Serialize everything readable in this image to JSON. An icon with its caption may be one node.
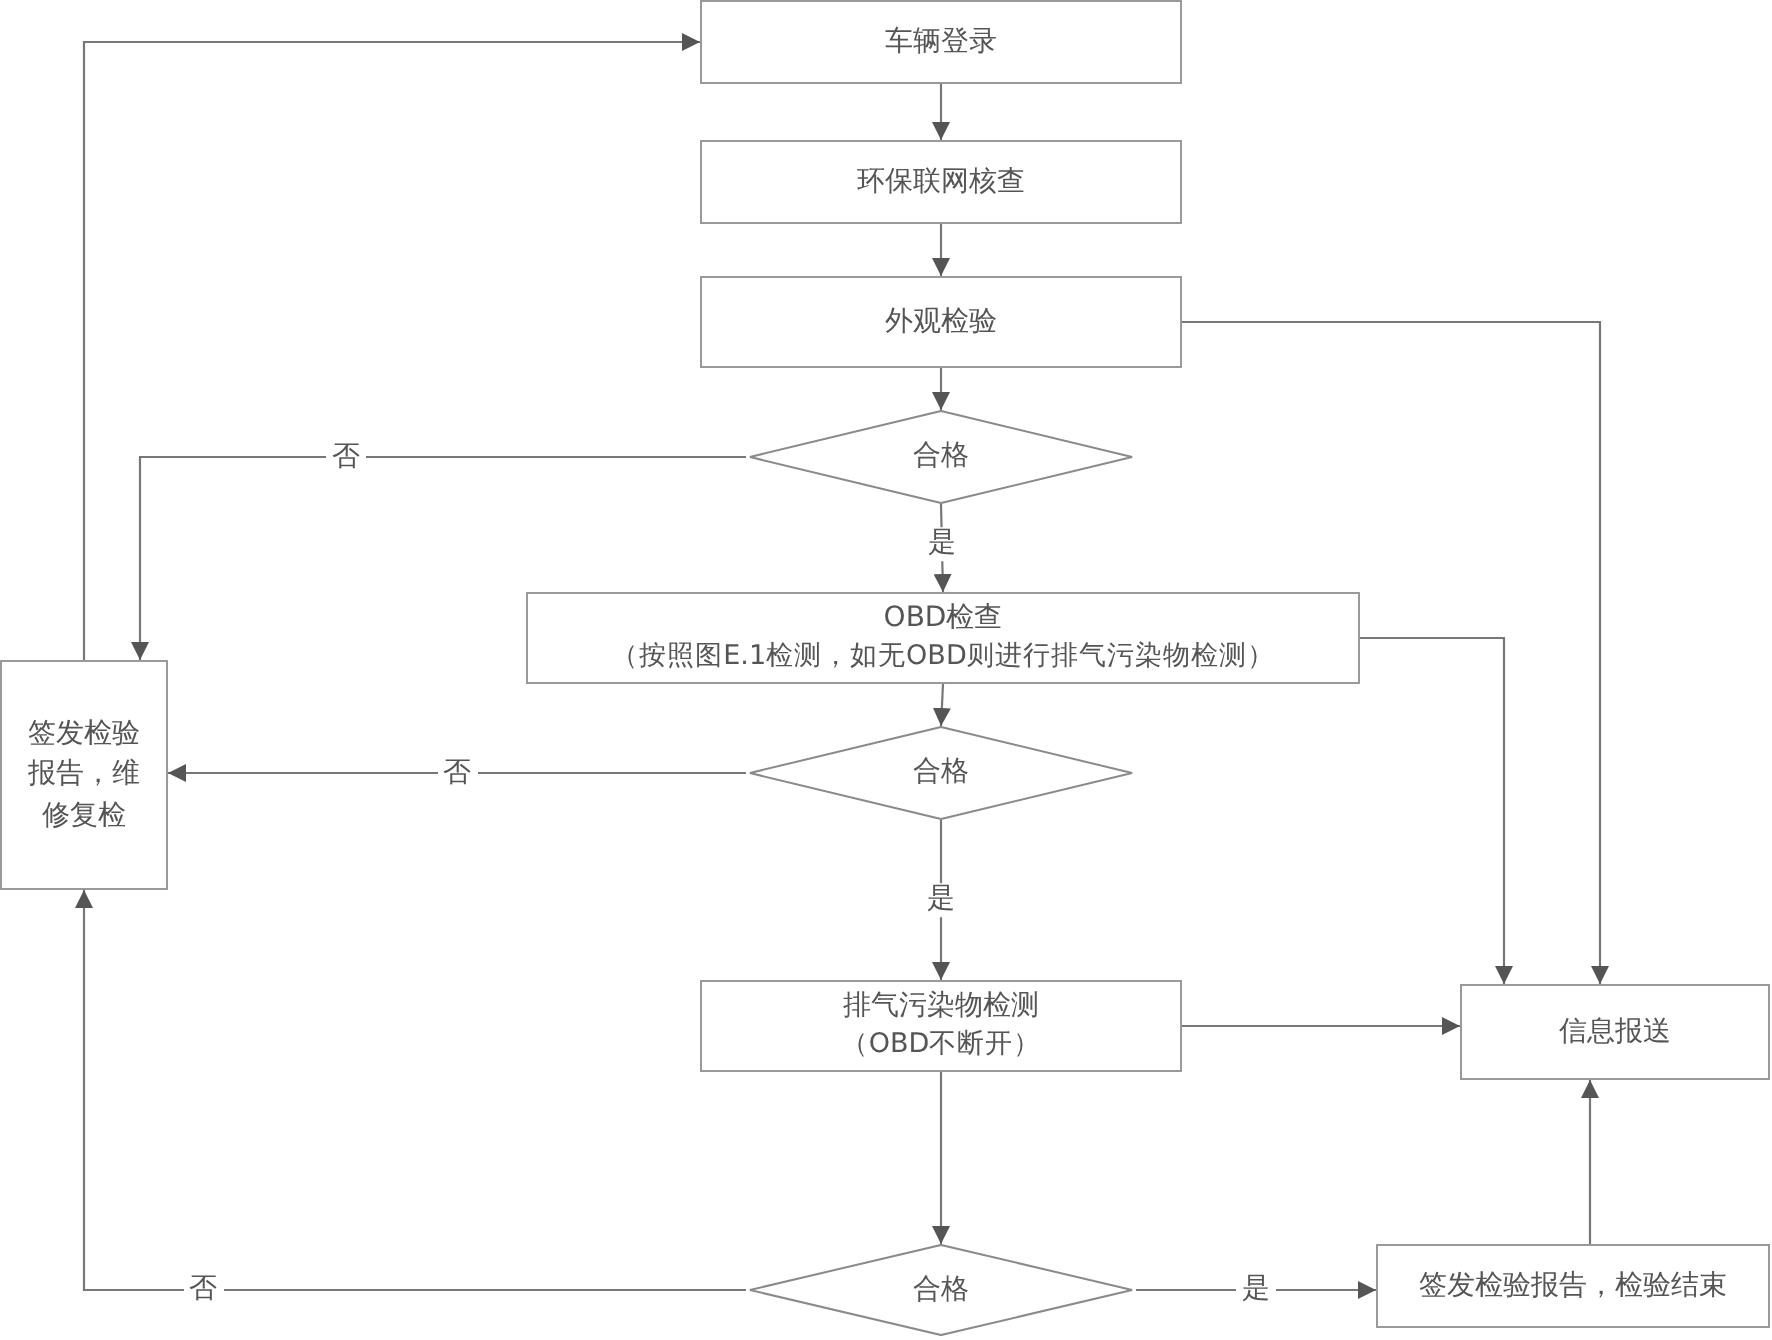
{
  "diagram": {
    "nodes": [
      {
        "text": [
          "车辆登录"
        ]
      },
      {
        "text": [
          "环保联网核查"
        ]
      },
      {
        "text": [
          "外观检验"
        ]
      },
      {
        "text": [
          "合格"
        ]
      },
      {
        "text": [
          "OBD检查",
          "（按照图E.1检测，如无OBD则进行排气污染物检测）"
        ]
      },
      {
        "text": [
          "合格"
        ]
      },
      {
        "text": [
          "排气污染物检测",
          "（OBD不断开）"
        ]
      },
      {
        "text": [
          "合格"
        ]
      },
      {
        "text": [
          "签发检验报告，维修复检"
        ]
      },
      {
        "text": [
          "信息报送"
        ]
      },
      {
        "text": [
          "签发检验报告，检验结束"
        ]
      }
    ],
    "edges": [
      {
        "from": 0,
        "to": 1,
        "arrow": "to"
      },
      {
        "from": 1,
        "to": 2,
        "arrow": "to"
      },
      {
        "from": 2,
        "to": 3,
        "arrow": "to"
      },
      {
        "from": 3,
        "to": 4,
        "arrow": "to",
        "label": "是"
      },
      {
        "from": 4,
        "to": 5,
        "arrow": "to"
      },
      {
        "from": 5,
        "to": 6,
        "arrow": "to",
        "label": "是"
      },
      {
        "from": 6,
        "to": 7,
        "arrow": "to"
      },
      {
        "from": 7,
        "to": 10,
        "arrow": "to",
        "label": "是"
      },
      {
        "from": 3,
        "to": 8,
        "arrow": "to",
        "label": "否"
      },
      {
        "from": 5,
        "to": 8,
        "arrow": "to",
        "label": "否"
      },
      {
        "from": 7,
        "to": 8,
        "arrow": "to",
        "label": "否"
      },
      {
        "from": 8,
        "to": 0,
        "arrow": "to"
      },
      {
        "from": 2,
        "to": 9,
        "arrow": "to"
      },
      {
        "from": 4,
        "to": 9,
        "arrow": "to"
      },
      {
        "from": 6,
        "to": 9,
        "arrow": "to"
      },
      {
        "from": 10,
        "to": 9,
        "arrow": "to"
      }
    ]
  }
}
